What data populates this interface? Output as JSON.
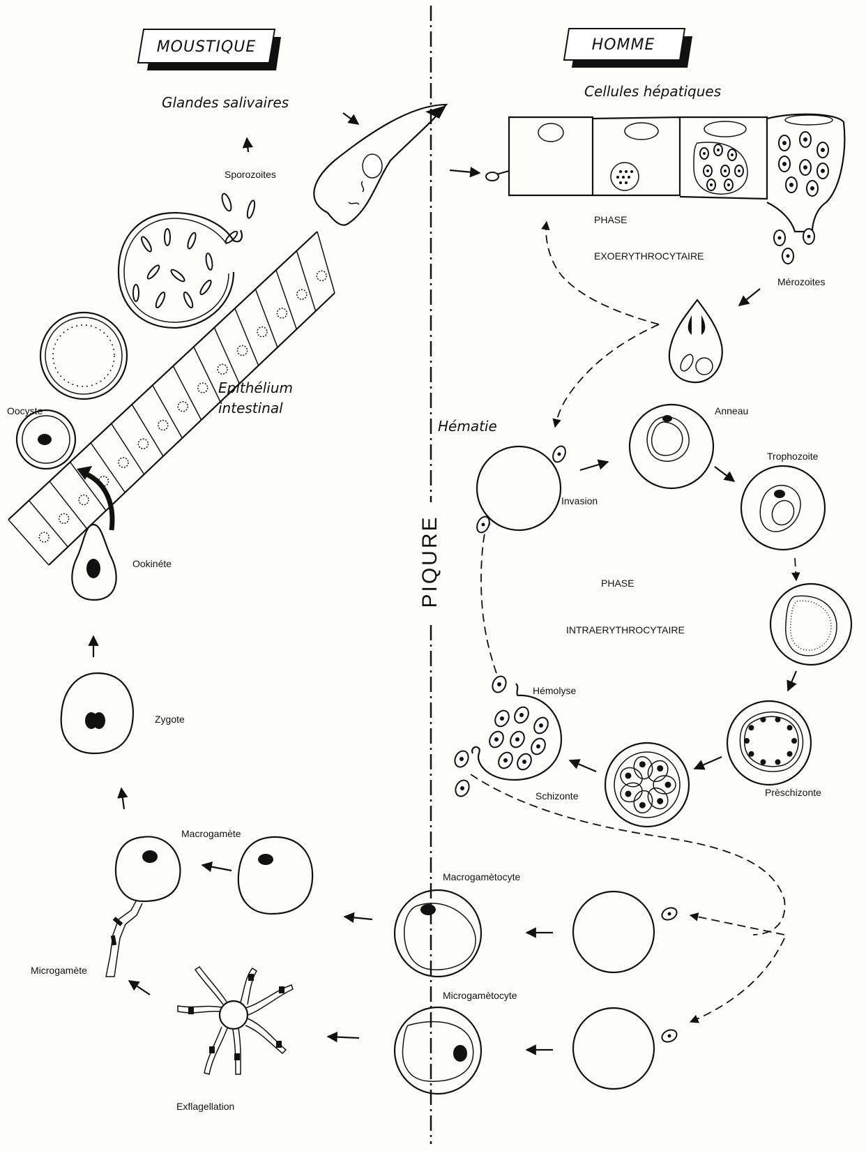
{
  "headers": {
    "left": "MOUSTIQUE",
    "right": "HOMME"
  },
  "divider": {
    "label": "PIQURE"
  },
  "labels": {
    "glandes": "Glandes salivaires",
    "cellules": "Cellules hépatiques",
    "sporozoites": "Sporozoites",
    "phase_exo_1": "PHASE",
    "phase_exo_2": "EXOERYTHROCYTAIRE",
    "merozoites": "Mérozoites",
    "epithelium_1": "Epithélium",
    "epithelium_2": "intestinal",
    "oocyste": "Oocyste",
    "hematie": "Hématie",
    "anneau": "Anneau",
    "trophozoite": "Trophozoite",
    "invasion": "Invasion",
    "ookinete": "Ookinéte",
    "phase_intra_1": "PHASE",
    "phase_intra_2": "INTRAERYTHROCYTAIRE",
    "hemolyse": "Hémolyse",
    "zygote": "Zygote",
    "preschizonte": "Prèschizonte",
    "schizonte": "Schizonte",
    "macrogamete": "Macrogamète",
    "macrogametocyte": "Macrogamètocyte",
    "microgamete": "Microgamète",
    "microgametocyte": "Microgamètocyte",
    "exflagellation": "Exflagellation"
  }
}
